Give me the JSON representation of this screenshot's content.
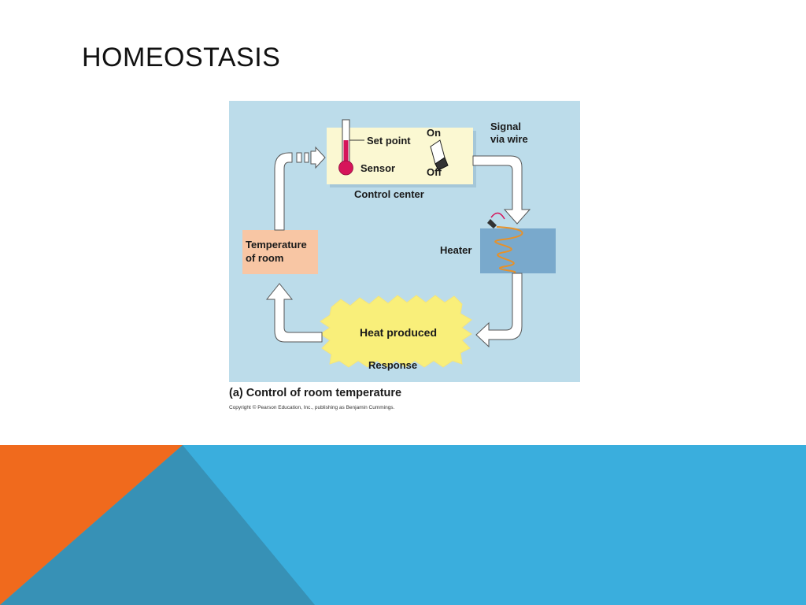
{
  "slide": {
    "title": "HOMEOSTASIS"
  },
  "diagram": {
    "set_point_label": "Set point",
    "sensor_label": "Sensor",
    "switch_on_label": "On",
    "switch_off_label": "Off",
    "control_center_label": "Control center",
    "signal_label_line1": "Signal",
    "signal_label_line2": "via wire",
    "heater_label": "Heater",
    "room_temp_line1": "Temperature",
    "room_temp_line2": "of room",
    "heat_produced_label": "Heat produced",
    "response_label": "Response",
    "caption": "(a) Control of room temperature",
    "copyright": "Copyright © Pearson Education, Inc., publishing as Benjamin Cummings."
  },
  "colors": {
    "diagram_background": "#bcdcea",
    "control_box": "#fbf8d2",
    "room_box": "#f8c6a4",
    "heater_box": "#79a9cc",
    "heat_burst": "#f9ef7a",
    "thermometer_red": "#d6145a",
    "coil_orange": "#e6912a",
    "deco_orange": "#f06a1d",
    "deco_blue": "#3aaedd",
    "deco_dark_blue": "#3791b6"
  }
}
